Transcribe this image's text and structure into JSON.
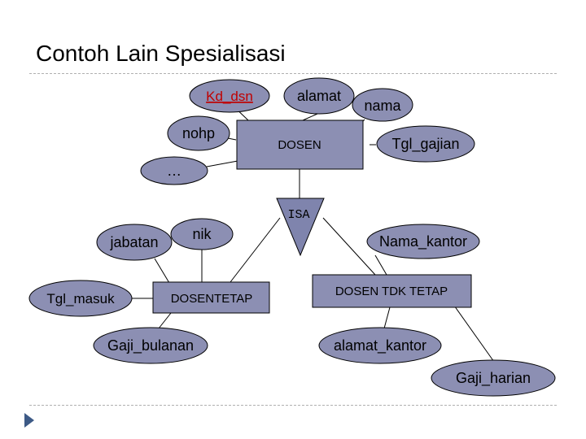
{
  "slide": {
    "title": "Contoh Lain Spesialisasi"
  },
  "diagram": {
    "colors": {
      "attribute_fill": "#8c8fb3",
      "entity_fill": "#8c8fb3",
      "isa_fill": "#7f84ad",
      "line": "#000000",
      "key_attribute_text": "#c00000",
      "bullet": "#3d5a86"
    },
    "entities": {
      "dosen": "DOSEN",
      "dosen_tetap": "DOSENTETAP",
      "dosen_tdk_tetap": "DOSEN TDK TETAP"
    },
    "isa": "ISA",
    "attributes": {
      "kd_dsn": "Kd_dsn",
      "alamat": "alamat",
      "nama": "nama",
      "nohp": "nohp",
      "tgl_gajian": "Tgl_gajian",
      "ellipsis": "…",
      "jabatan": "jabatan",
      "nik": "nik",
      "tgl_masuk": "Tgl_masuk",
      "gaji_bulanan": "Gaji_bulanan",
      "nama_kantor": "Nama_kantor",
      "alamat_kantor": "alamat_kantor",
      "gaji_harian": "Gaji_harian"
    }
  }
}
